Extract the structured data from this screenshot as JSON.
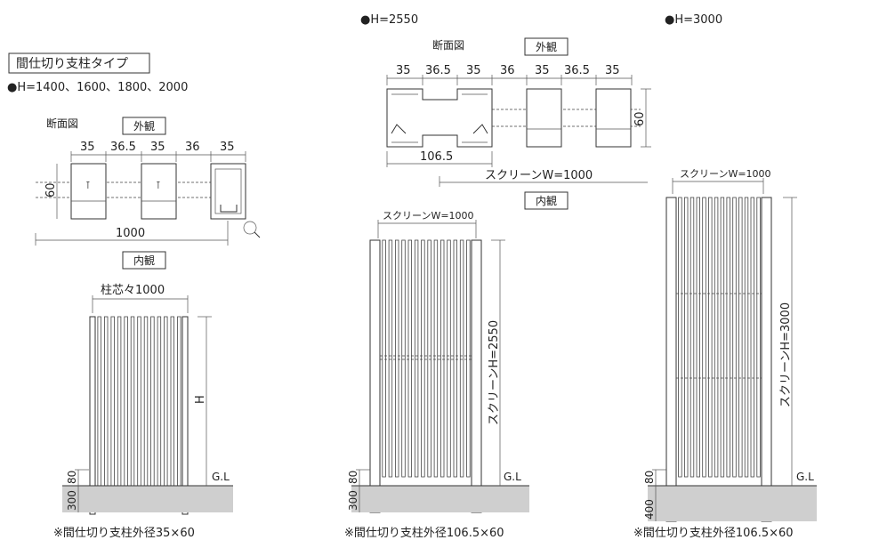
{
  "type_label": "間仕切り支柱タイプ",
  "left": {
    "height_note": "●H=1400、1600、1800、2000",
    "section_label": "断面図",
    "exterior_label": "外観",
    "interior_label": "内観",
    "dims_top": [
      "35",
      "36.5",
      "35",
      "36",
      "35"
    ],
    "dim_side": "60",
    "dim_width": "1000",
    "pitch_label": "柱芯々1000",
    "h_label": "H",
    "gl_label": "G.L",
    "dim_80": "80",
    "dim_embed": "300",
    "footnote": "※間仕切り支柱外径35×60"
  },
  "middle": {
    "height_note": "●H=2550",
    "section_label": "断面図",
    "exterior_label": "外観",
    "interior_label": "内観",
    "dims_top": [
      "35",
      "36.5",
      "35",
      "36",
      "35",
      "36.5",
      "35"
    ],
    "dim_side": "60",
    "dim_post": "106.5",
    "screen_w_plan": "スクリーンW=1000",
    "screen_w": "スクリーンW=1000",
    "screen_h": "スクリーンH=2550",
    "gl_label": "G.L",
    "dim_80": "80",
    "dim_embed": "300",
    "footnote": "※間仕切り支柱外径106.5×60"
  },
  "right": {
    "height_note": "●H=3000",
    "screen_w": "スクリーンW=1000",
    "screen_h": "スクリーンH=3000",
    "gl_label": "G.L",
    "dim_80": "80",
    "dim_embed": "400",
    "footnote": "※間仕切り支柱外径106.5×60"
  }
}
